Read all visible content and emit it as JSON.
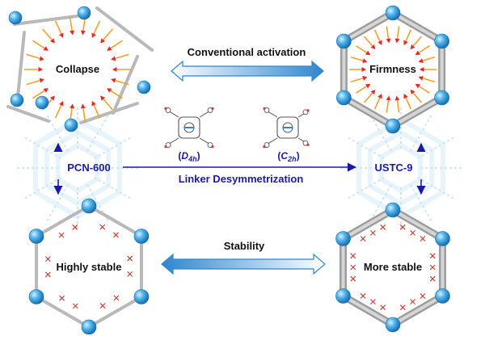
{
  "top_left_label": "Collapse",
  "top_right_label": "Firmness",
  "bottom_left_label": "Highly stable",
  "bottom_right_label": "More stable",
  "top_arrow_label": "Conventional activation",
  "bottom_arrow_label": "Stability",
  "center_arrow_label": "Linker Desymmetrization",
  "left_framework": "PCN-600",
  "right_framework": "USTC-9",
  "left_linker_symmetry": {
    "open": "(",
    "letter": "D",
    "sub": "4h",
    "close": ")"
  },
  "right_linker_symmetry": {
    "open": "(",
    "letter": "C",
    "sub": "2h",
    "close": ")"
  },
  "colors": {
    "node_blue": "#3aa6e6",
    "text_black": "#111111",
    "text_blue": "#1a1aa6",
    "arrow_blue": "#3c8fd6",
    "framework_light": "#bfe3f7",
    "pressure_red": "#e8262c",
    "pressure_yellow": "#f2a623",
    "cross_red": "#c0392b",
    "rod_gray": "#b9b9b9"
  },
  "icons": [
    "pressure-arrow-icon",
    "cross-mark-icon",
    "node-sphere-icon",
    "porphyrin-linker-icon",
    "double-arrow-icon"
  ]
}
